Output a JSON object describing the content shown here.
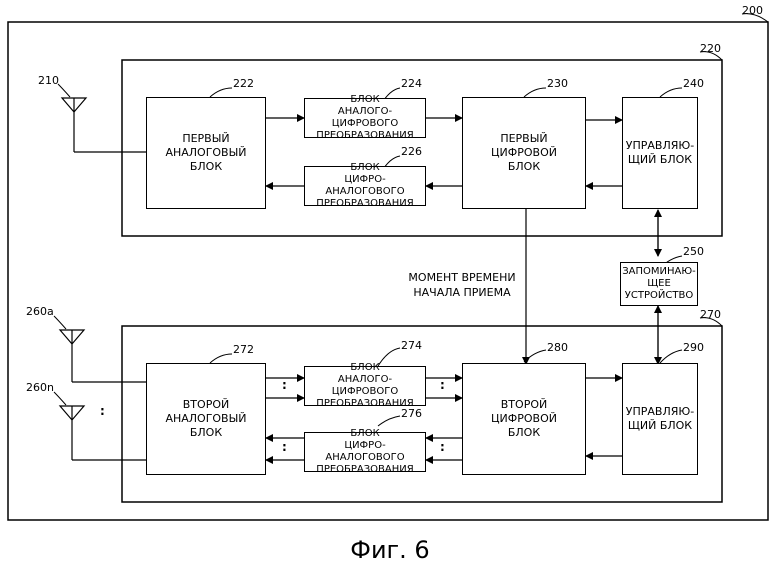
{
  "figure": {
    "label": "Фиг. 6"
  },
  "refs": {
    "device": "200",
    "unit1": "220",
    "unit2": "270",
    "ant1": "210",
    "ant2a": "260a",
    "ant2n": "260n",
    "analog1": "222",
    "adc1": "224",
    "dac1": "226",
    "digital1": "230",
    "ctrl1": "240",
    "memory": "250",
    "analog2": "272",
    "adc2": "274",
    "dac2": "276",
    "digital2": "280",
    "ctrl2": "290"
  },
  "blocks": {
    "analog1": "ПЕРВЫЙ\nАНАЛОГОВЫЙ\nБЛОК",
    "adc1": "БЛОК\nАНАЛОГО-ЦИФРОВОГО\nПРЕОБРАЗОВАНИЯ",
    "dac1": "БЛОК\nЦИФРО-АНАЛОГОВОГО\nПРЕОБРАЗОВАНИЯ",
    "digital1": "ПЕРВЫЙ\nЦИФРОВОЙ\nБЛОК",
    "ctrl1": "УПРАВЛЯЮ-\nЩИЙ БЛОК",
    "memory": "ЗАПОМИНАЮ-\nЩЕЕ\nУСТРОЙСТВО",
    "analog2": "ВТОРОЙ\nАНАЛОГОВЫЙ\nБЛОК",
    "adc2": "БЛОК\nАНАЛОГО-ЦИФРОВОГО\nПРЕОБРАЗОВАНИЯ",
    "dac2": "БЛОК\nЦИФРО-АНАЛОГОВОГО\nПРЕОБРАЗОВАНИЯ",
    "digital2": "ВТОРОЙ\nЦИФРОВОЙ\nБЛОК",
    "ctrl2": "УПРАВЛЯЮ-\nЩИЙ БЛОК"
  },
  "annotations": {
    "timing": "МОМЕНТ ВРЕМЕНИ\nНАЧАЛА ПРИЕМА",
    "ellipsis": ":"
  }
}
